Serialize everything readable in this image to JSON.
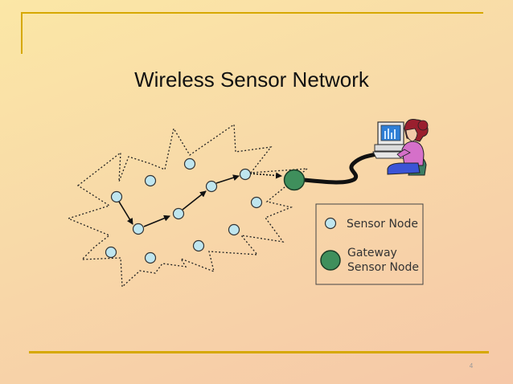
{
  "slide": {
    "title": "Wireless Sensor Network",
    "page_number": "4"
  },
  "legend": {
    "sensor_node_label": "Sensor Node",
    "gateway_label_line1": "Gateway",
    "gateway_label_line2": "Sensor Node"
  },
  "colors": {
    "sensor_node_fill": "#bfe6ef",
    "gateway_fill": "#3f8f5c",
    "frame_gold": "#d6a800"
  },
  "icons": [
    "computer-user-icon"
  ]
}
